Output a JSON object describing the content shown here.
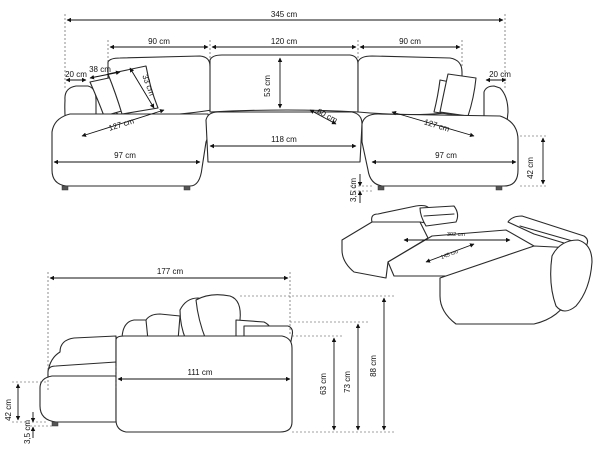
{
  "top_view": {
    "total_width": "345 cm",
    "left_chaise_width": "90 cm",
    "middle_width": "120 cm",
    "right_chaise_width": "90 cm",
    "left_arm": "20 cm",
    "right_arm": "20 cm",
    "pillow_width": "38 cm",
    "pillow_height": "33 cm",
    "backrest_height": "53 cm",
    "chaise_depth_left": "127 cm",
    "chaise_depth_right": "127 cm",
    "seat_depth_middle": "60 cm",
    "middle_seat_width": "118 cm",
    "left_seat_width": "97 cm",
    "right_seat_width": "97 cm",
    "seat_height": "42 cm",
    "leg_height": "3,5 cm"
  },
  "bed_view": {
    "bed_width": "302 cm",
    "bed_depth": "145 cm"
  },
  "side_view": {
    "total_depth": "177 cm",
    "seat_depth": "111 cm",
    "seat_height": "42 cm",
    "leg_height": "3,5 cm",
    "arm_height": "63 cm",
    "back_height": "73 cm",
    "pillow_top_height": "88 cm"
  }
}
